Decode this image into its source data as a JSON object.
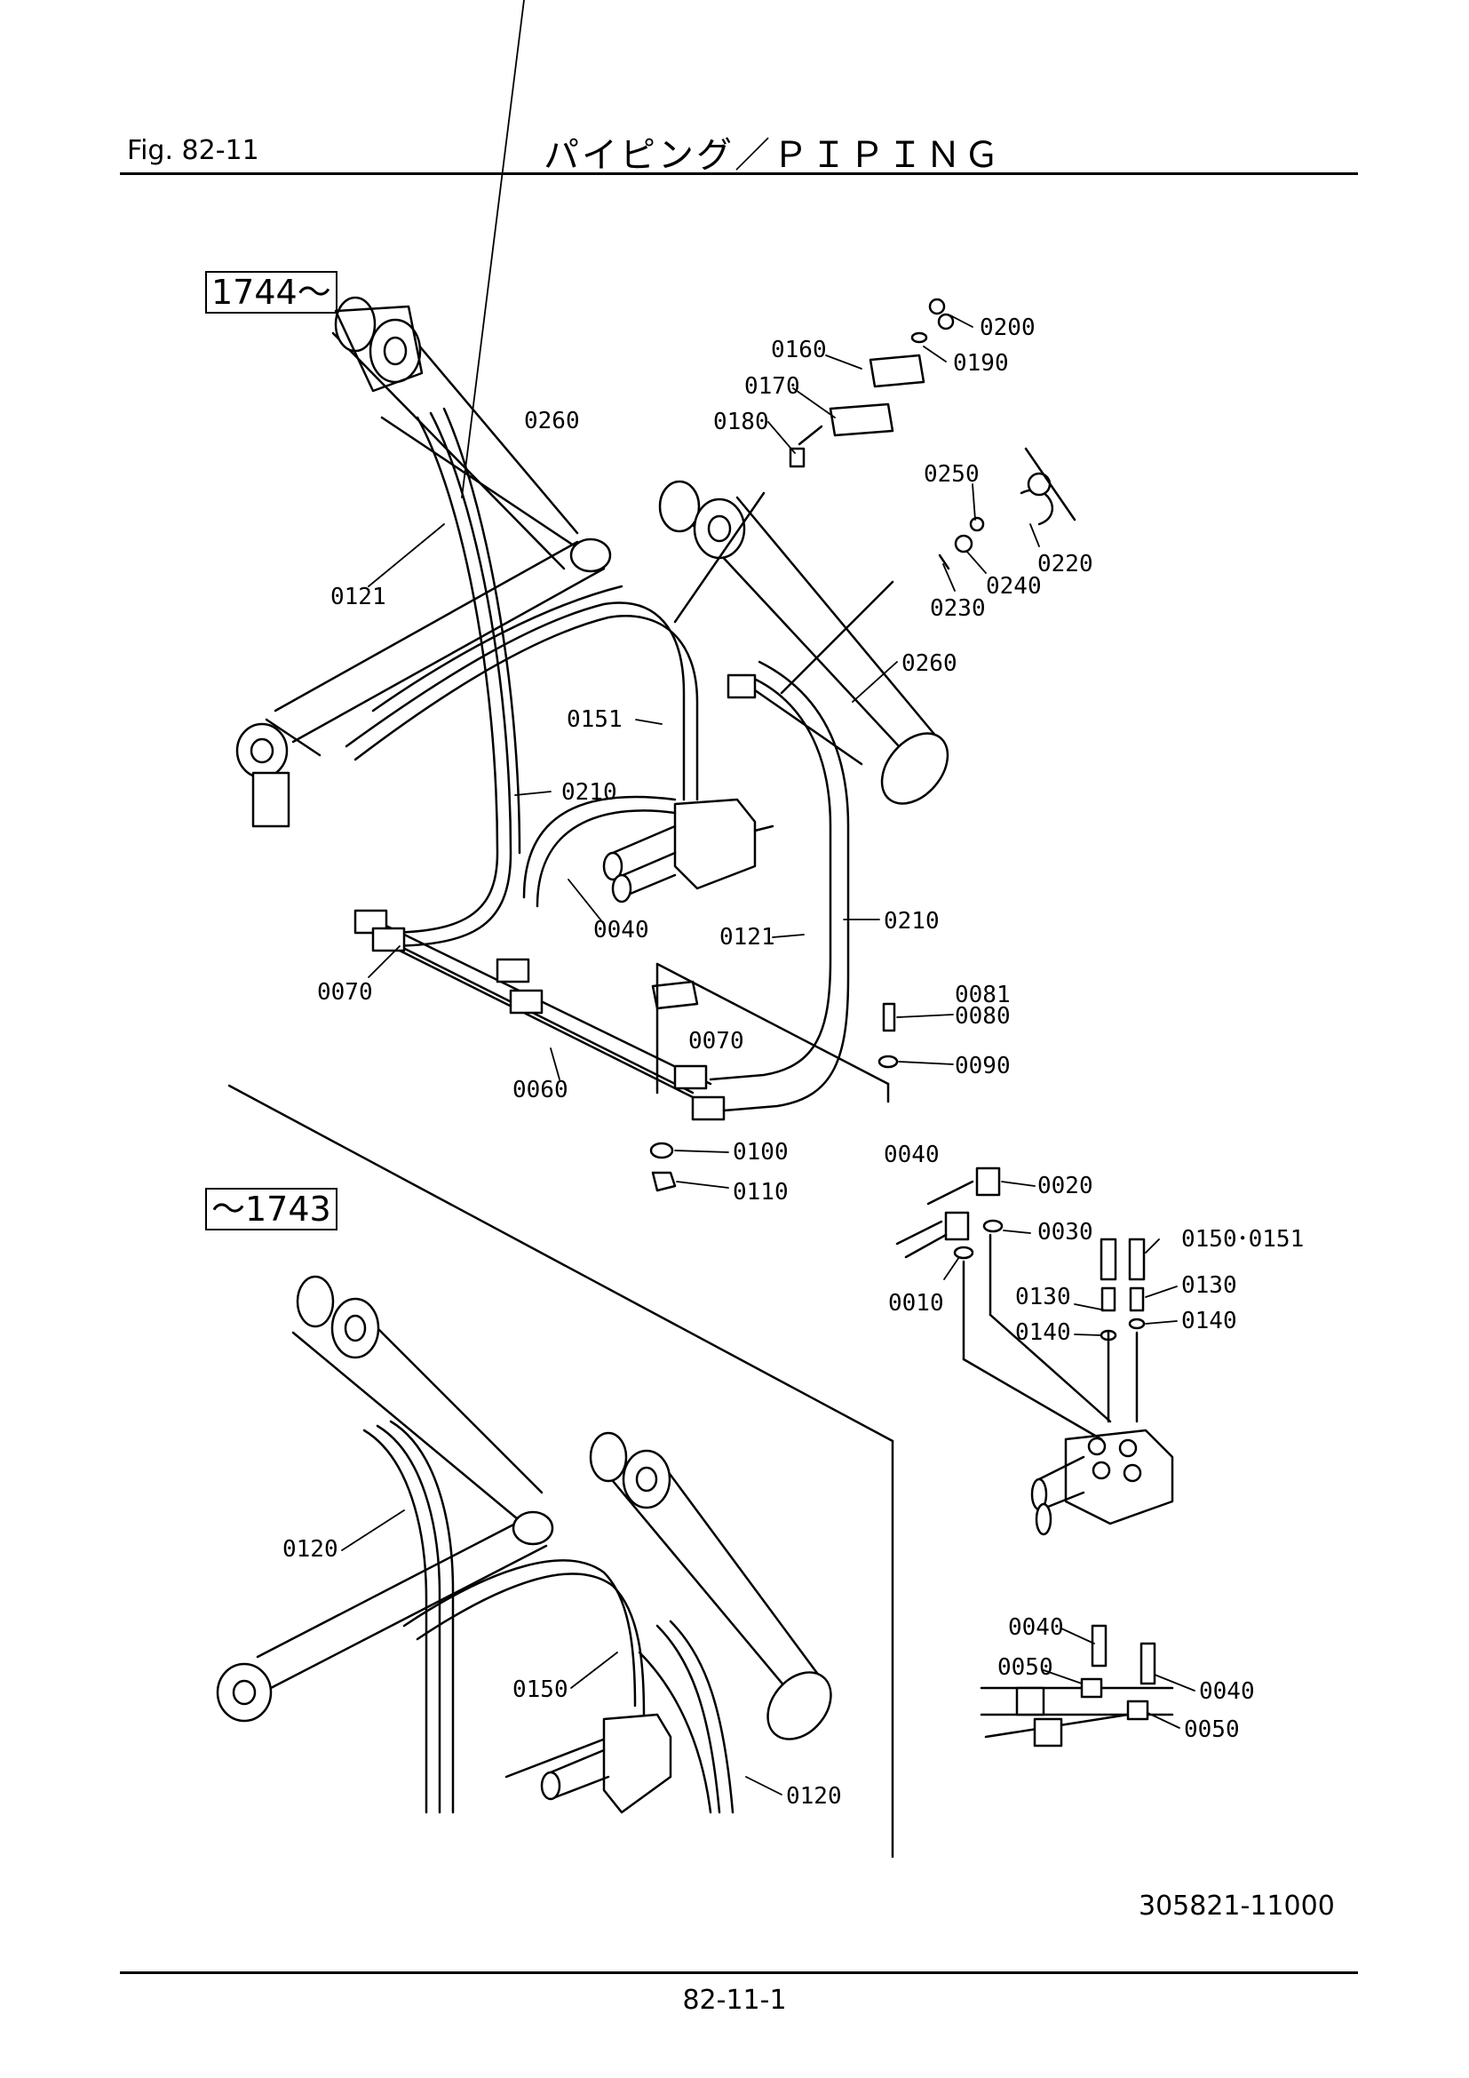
{
  "header": {
    "figure": "Fig.  82-11",
    "title": "パイピング／ＰＩＰＩＮＧ"
  },
  "serials": {
    "new": "1744～",
    "old": "～1743"
  },
  "labels": {
    "p0260a": "0260",
    "p0121a": "0121",
    "p0151": "0151",
    "p0210a": "0210",
    "p0040a": "0040",
    "p0121b": "0121",
    "p0210b": "0210",
    "p0070a": "0070",
    "p0070b": "0070",
    "p0060": "0060",
    "p0160": "0160",
    "p0200": "0200",
    "p0190": "0190",
    "p0170": "0170",
    "p0180": "0180",
    "p0250": "0250",
    "p0220": "0220",
    "p0240": "0240",
    "p0230": "0230",
    "p0260b": "0260",
    "p0081": "0081",
    "p0080": "0080",
    "p0090": "0090",
    "p0100": "0100",
    "p0110": "0110",
    "p0040b": "0040",
    "p0020": "0020",
    "p0030": "0030",
    "p0150_0151": "0150･0151",
    "p0010": "0010",
    "p0130a": "0130",
    "p0130b": "0130",
    "p0140a": "0140",
    "p0140b": "0140",
    "p0120a": "0120",
    "p0150": "0150",
    "p0120b": "0120",
    "p0040c": "0040",
    "p0050a": "0050",
    "p0040d": "0040",
    "p0050b": "0050"
  },
  "footer": {
    "drawing_number": "305821-11000",
    "page": "82-11-1"
  }
}
